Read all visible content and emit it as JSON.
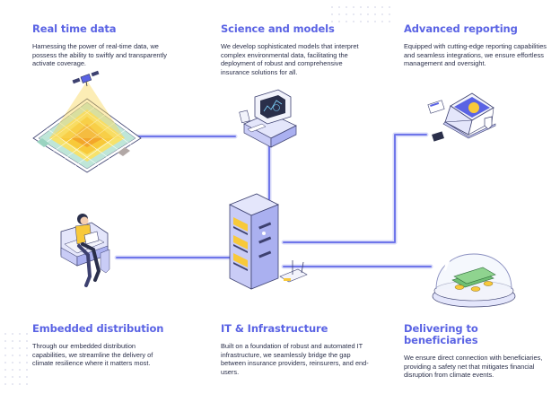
{
  "colors": {
    "accent": "#5a63e4",
    "connector": "#6f76ea",
    "connector_light": "#c9ccf6",
    "text": "#2a2f4a"
  },
  "blocks": {
    "realtime": {
      "title": "Real time data",
      "description": "Harnessing the power of real-time data, we possess the ability to swiftly and transparently activate coverage."
    },
    "science": {
      "title": "Science and models",
      "description": "We develop sophisticated models that interpret complex environmental data, facilitating the deployment of robust and comprehensive insurance solutions for all."
    },
    "reporting": {
      "title": "Advanced reporting",
      "description": "Equipped with cutting-edge reporting capabilities and seamless integrations, we ensure effortless management and oversight."
    },
    "embedded": {
      "title": "Embedded distribution",
      "description": "Through our embedded distribution capabilities, we streamline the delivery of climate resilience where it matters most."
    },
    "infra": {
      "title": "IT & Infrastructure",
      "description": "Built on a foundation of robust and automated IT infrastructure, we seamlessly bridge the gap between insurance providers, reinsurers, and end-users."
    },
    "beneficiaries": {
      "title": "Delivering to beneficiaries",
      "description": "We ensure direct connection with beneficiaries, providing a safety net that mitigates financial disruption from climate events."
    }
  },
  "illustrations": [
    "satellite-heatmap-illustration",
    "retro-computer-illustration",
    "laptop-reporting-illustration",
    "person-on-sofa-illustration",
    "server-rack-illustration",
    "glass-dome-money-illustration"
  ]
}
